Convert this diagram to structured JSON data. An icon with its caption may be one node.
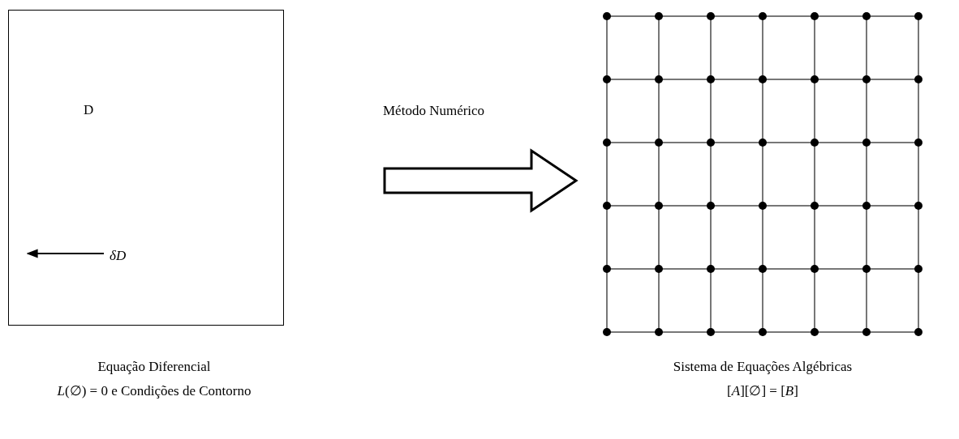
{
  "diagram": {
    "nodes": [
      {
        "text": [
          "D"
        ],
        "beside": [
          "Equação Diferencial",
          "*L*(∅) = 0 e Condições de Contorno"
        ]
      },
      {
        "text": [
          "*δD*"
        ],
        "in": 0
      },
      {
        "text": [],
        "shape": "picture",
        "beside": [
          "Sistema de Equações Algébricas",
          "[*A*][∅] = [*B*]"
        ]
      }
    ],
    "edges": [
      {
        "from": 1,
        "to": 0,
        "arrow": "to"
      },
      {
        "from": 0,
        "to": 2,
        "arrow": "to",
        "label": "Método Numérico",
        "style": "thick"
      }
    ]
  }
}
